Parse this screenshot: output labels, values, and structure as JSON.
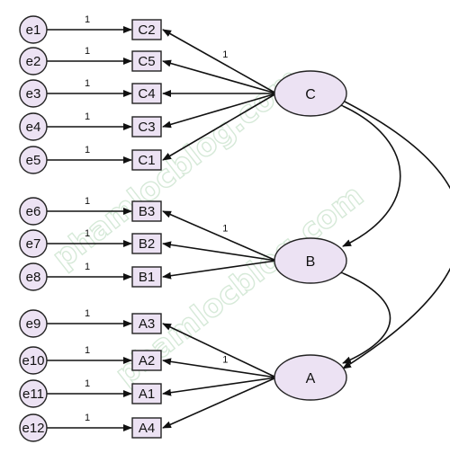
{
  "colors": {
    "node_fill": "#ece2f3",
    "node_stroke": "#222222",
    "arrow": "#111111",
    "watermark": "#cfe6d2"
  },
  "watermark": "phamlocblog.com",
  "latents": [
    {
      "id": "C",
      "label": "C"
    },
    {
      "id": "B",
      "label": "B"
    },
    {
      "id": "A",
      "label": "A"
    }
  ],
  "indicators": [
    {
      "label": "C2",
      "error": "e1",
      "latent": "C",
      "error_weight": "1",
      "loading_weight": "1"
    },
    {
      "label": "C5",
      "error": "e2",
      "latent": "C",
      "error_weight": "1",
      "loading_weight": ""
    },
    {
      "label": "C4",
      "error": "e3",
      "latent": "C",
      "error_weight": "1",
      "loading_weight": ""
    },
    {
      "label": "C3",
      "error": "e4",
      "latent": "C",
      "error_weight": "1",
      "loading_weight": ""
    },
    {
      "label": "C1",
      "error": "e5",
      "latent": "C",
      "error_weight": "1",
      "loading_weight": ""
    },
    {
      "label": "B3",
      "error": "e6",
      "latent": "B",
      "error_weight": "1",
      "loading_weight": "1"
    },
    {
      "label": "B2",
      "error": "e7",
      "latent": "B",
      "error_weight": "1",
      "loading_weight": ""
    },
    {
      "label": "B1",
      "error": "e8",
      "latent": "B",
      "error_weight": "1",
      "loading_weight": ""
    },
    {
      "label": "A3",
      "error": "e9",
      "latent": "A",
      "error_weight": "1",
      "loading_weight": ""
    },
    {
      "label": "A2",
      "error": "e10",
      "latent": "A",
      "error_weight": "1",
      "loading_weight": "1"
    },
    {
      "label": "A1",
      "error": "e11",
      "latent": "A",
      "error_weight": "1",
      "loading_weight": ""
    },
    {
      "label": "A4",
      "error": "e12",
      "latent": "A",
      "error_weight": "1",
      "loading_weight": ""
    }
  ],
  "covariances": [
    {
      "from": "C",
      "to": "B"
    },
    {
      "from": "B",
      "to": "A"
    },
    {
      "from": "C",
      "to": "A"
    }
  ]
}
